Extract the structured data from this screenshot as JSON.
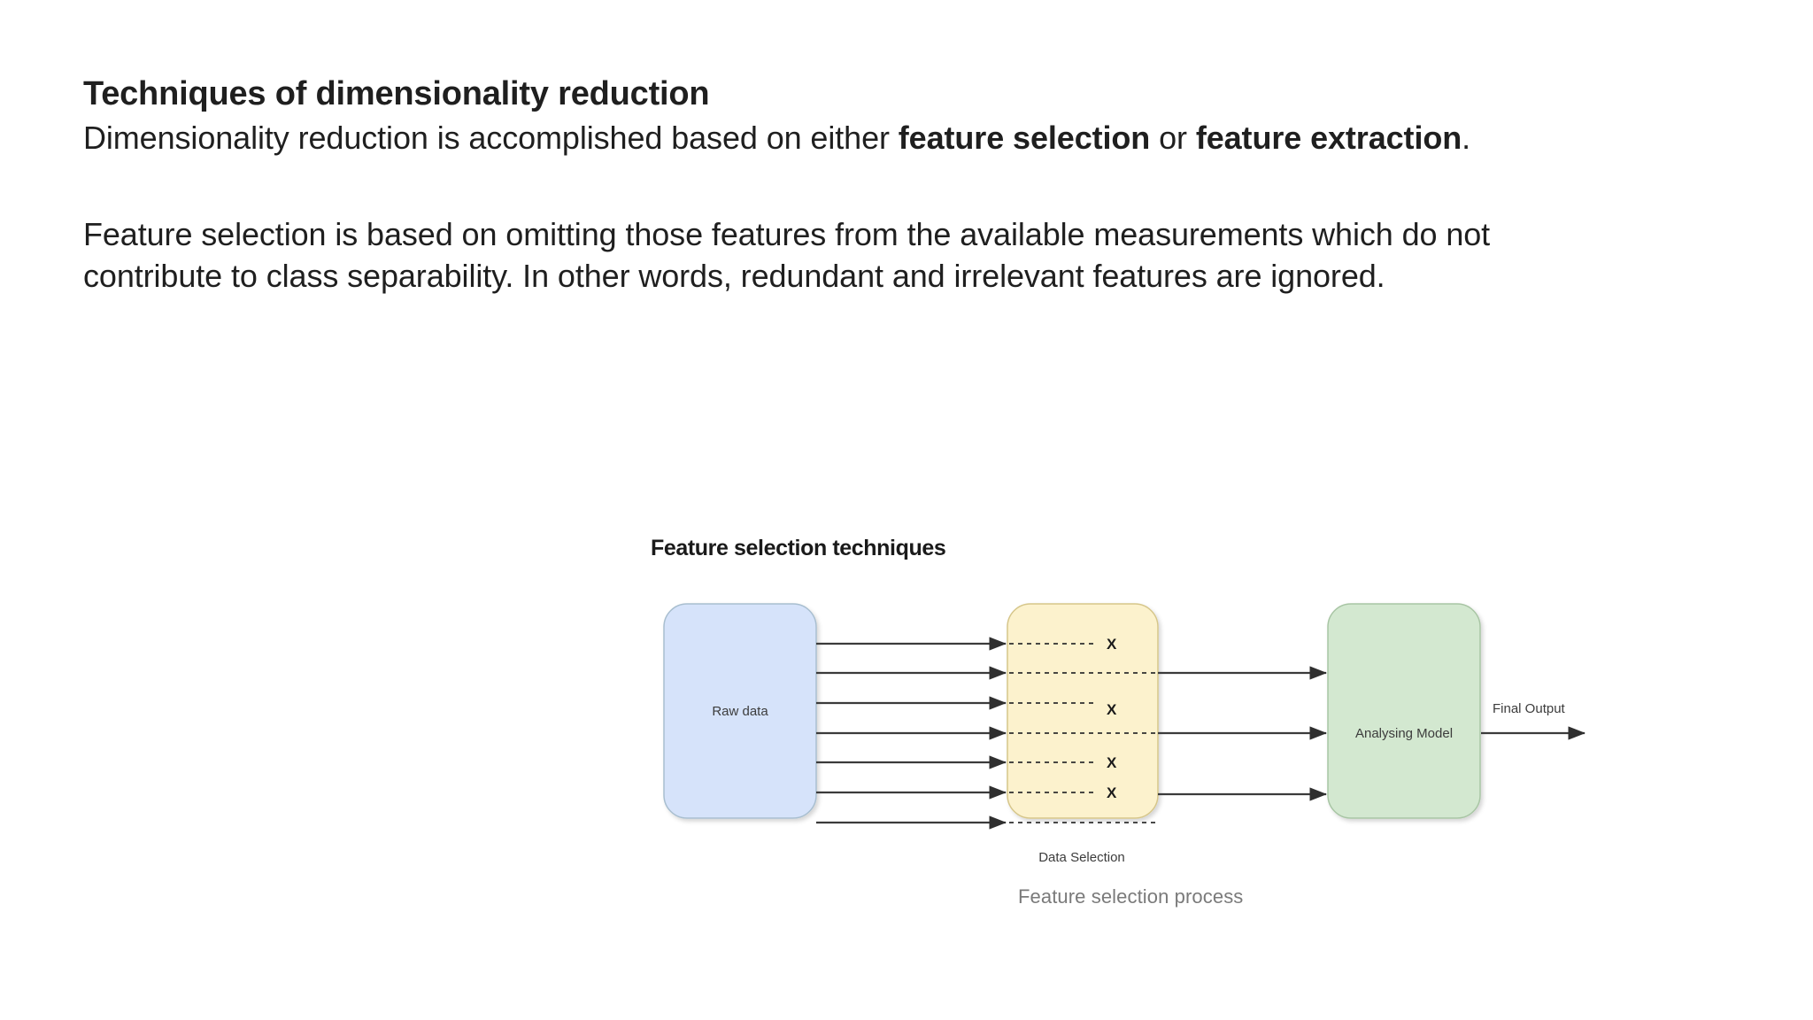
{
  "slide": {
    "title": "Techniques of dimensionality reduction",
    "paragraph1": {
      "segments": [
        {
          "text": "Dimensionality reduction is accomplished based on either ",
          "bold": false
        },
        {
          "text": "feature selection",
          "bold": true
        },
        {
          "text": " or ",
          "bold": false
        },
        {
          "text": "feature extraction",
          "bold": true
        },
        {
          "text": ".",
          "bold": false
        }
      ],
      "plain": "Dimensionality reduction is accomplished based on either feature selection or feature extraction."
    },
    "paragraph2": "Feature selection is based on omitting those features from the available measurements which do not contribute to class separability. In other words, redundant and irrelevant features are ignored."
  },
  "figure": {
    "title": "Feature selection techniques",
    "caption": "Feature selection process",
    "nodes": {
      "raw_data": {
        "label": "Raw data",
        "fill": "#d6e3fa",
        "stroke": "#a8becf"
      },
      "data_selection": {
        "label": "Data Selection",
        "fill": "#fcf2cd",
        "stroke": "#d6c68a"
      },
      "analysing_model": {
        "label": "Analysing Model",
        "fill": "#d3e8d0",
        "stroke": "#a8c5a4"
      }
    },
    "edges": {
      "final_output_label": "Final Output",
      "input_arrow_count": 7,
      "output_arrow_count": 3,
      "rejected_mark": "X",
      "rejected_rows": [
        1,
        3,
        5,
        6
      ],
      "passed_rows": [
        2,
        4,
        7
      ]
    }
  },
  "colors": {
    "background": "#ffffff",
    "text": "#1f1f1f",
    "caption": "#7a7a7a",
    "stroke": "#3b3b3b"
  }
}
